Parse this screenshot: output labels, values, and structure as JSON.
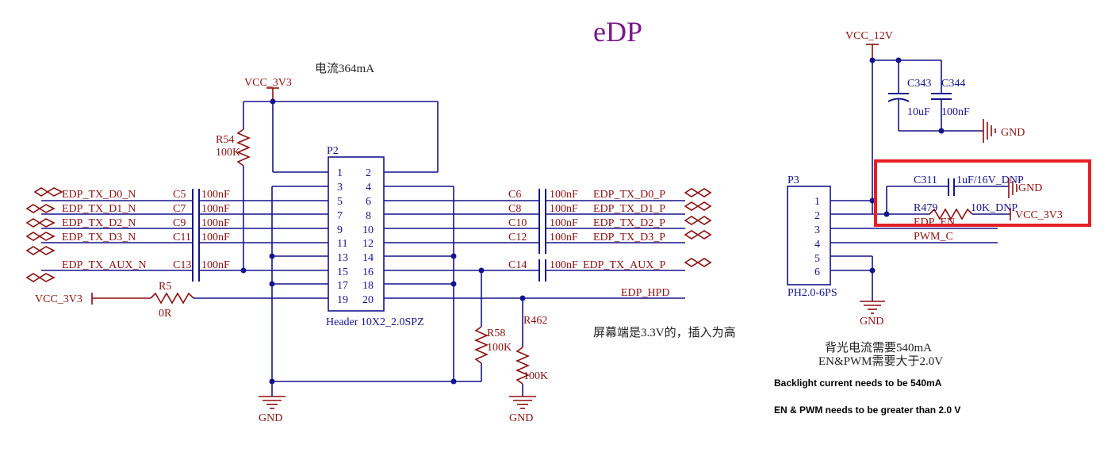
{
  "title": "eDP",
  "notes": {
    "current_p2": "电流364mA",
    "screen_note": "屏幕端是3.3V的，插入为高",
    "backlight_cn": "背光电流需要540mA",
    "en_pwm_cn": "EN&PWM需要大于2.0V",
    "backlight_en": "Backlight current needs to be 540mA",
    "en_pwm_en": "EN & PWM needs to be greater than 2.0 V"
  },
  "power_nets": {
    "vcc3v3_top": "VCC_3V3",
    "vcc3v3_left": "VCC_3V3",
    "vcc12v": "VCC_12V",
    "vcc3v3_right": "VCC_3V3"
  },
  "gnd_labels": [
    "GND",
    "GND",
    "GND",
    "GND",
    "GND"
  ],
  "left_nets": [
    "EDP_TX_D0_N",
    "EDP_TX_D1_N",
    "EDP_TX_D2_N",
    "EDP_TX_D3_N",
    "EDP_TX_AUX_N"
  ],
  "right_nets": [
    "EDP_TX_D0_P",
    "EDP_TX_D1_P",
    "EDP_TX_D2_P",
    "EDP_TX_D3_P",
    "EDP_TX_AUX_P"
  ],
  "hpd_net": "EDP_HPD",
  "left_caps": [
    {
      "ref": "C5",
      "value": "100nF"
    },
    {
      "ref": "C7",
      "value": "100nF"
    },
    {
      "ref": "C9",
      "value": "100nF"
    },
    {
      "ref": "C11",
      "value": "100nF"
    },
    {
      "ref": "C13",
      "value": "100nF"
    }
  ],
  "right_caps": [
    {
      "ref": "C6",
      "value": "100nF"
    },
    {
      "ref": "C8",
      "value": "100nF"
    },
    {
      "ref": "C10",
      "value": "100nF"
    },
    {
      "ref": "C12",
      "value": "100nF"
    },
    {
      "ref": "C14",
      "value": "100nF"
    }
  ],
  "resistors": {
    "r54": {
      "ref": "R54",
      "value": "100K"
    },
    "r5": {
      "ref": "R5",
      "value": "0R"
    },
    "r58": {
      "ref": "R58",
      "value": "100K"
    },
    "r462": {
      "ref": "R462",
      "value": "100K"
    },
    "r479": {
      "ref": "R479",
      "value": "10K_DNP"
    }
  },
  "p2": {
    "ref": "P2",
    "part": "Header 10X2_2.0SPZ",
    "left_pins": [
      "1",
      "3",
      "5",
      "7",
      "9",
      "11",
      "13",
      "15",
      "17",
      "19"
    ],
    "right_pins": [
      "2",
      "4",
      "6",
      "8",
      "10",
      "12",
      "14",
      "16",
      "18",
      "20"
    ]
  },
  "p3": {
    "ref": "P3",
    "part": "PH2.0-6PS",
    "pins": [
      "1",
      "2",
      "3",
      "4",
      "5",
      "6"
    ]
  },
  "bulk_caps": [
    {
      "ref": "C343",
      "value": "10uF"
    },
    {
      "ref": "C344",
      "value": "100nF"
    }
  ],
  "c311": {
    "ref": "C311",
    "value": "1uF/16V_DNP"
  },
  "p3_nets": {
    "en": "EDP_EN",
    "pwm": "PWM_C"
  },
  "colors": {
    "wire": "#16148c",
    "net": "#8b0f0f",
    "title": "#7a1a8a",
    "highlight": "#e32025"
  }
}
